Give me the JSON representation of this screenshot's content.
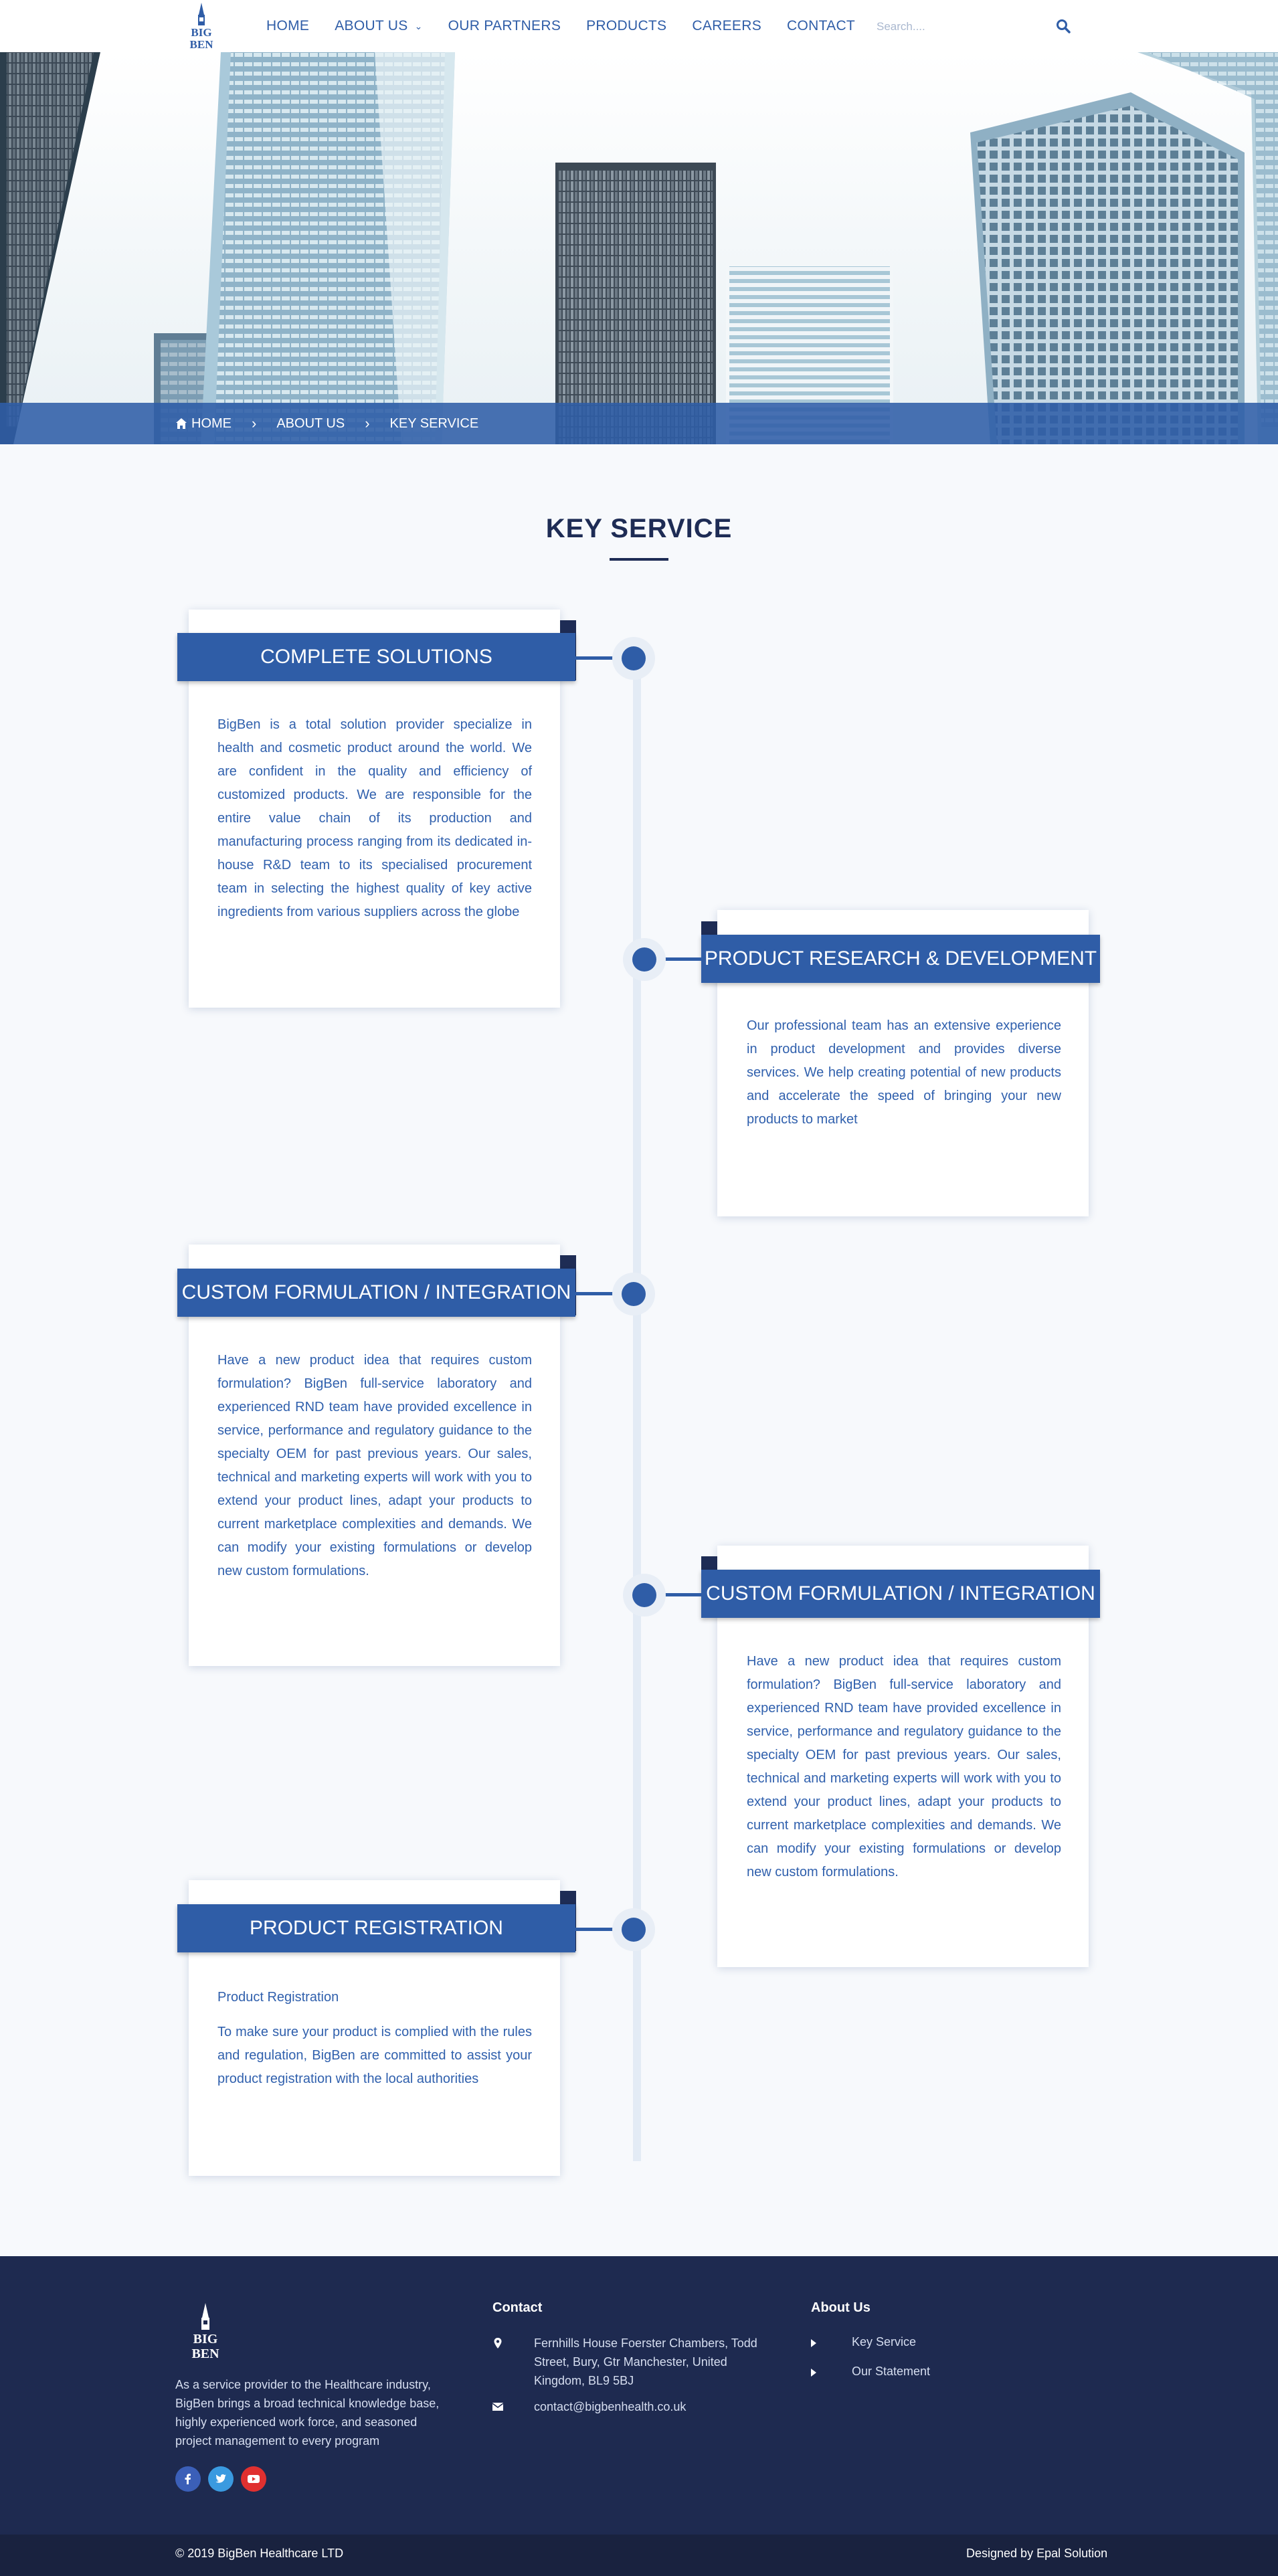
{
  "header": {
    "nav": [
      {
        "label": "HOME"
      },
      {
        "label": "ABOUT US",
        "has_dropdown": true
      },
      {
        "label": "OUR PARTNERS"
      },
      {
        "label": "PRODUCTS"
      },
      {
        "label": "CAREERS"
      },
      {
        "label": "CONTACT"
      }
    ],
    "search_placeholder": "Search....",
    "logo_text": "BIG BEN"
  },
  "breadcrumb": [
    "HOME",
    "ABOUT US",
    "KEY SERVICE"
  ],
  "page_title": "KEY SERVICE",
  "services": [
    {
      "title": "COMPLETE SOLUTIONS",
      "text": "BigBen is a total solution provider specialize in health and cosmetic product around the world. We are confident in the quality and efficiency of customized products. We are responsible for the entire value chain of its production and manufacturing process ranging from its dedicated in-house R&D team to its specialised procurement team in selecting the highest quality of key active ingredients from various suppliers across the globe"
    },
    {
      "title": "PRODUCT RESEARCH & DEVELOPMENT",
      "text": "Our professional team has an extensive experience in product development and provides diverse services. We help creating potential of new products and accelerate the speed of bringing your new products to market"
    },
    {
      "title": "CUSTOM FORMULATION / INTEGRATION",
      "text": "Have a new product idea that requires custom formulation? BigBen full-service laboratory and experienced RND team have provided excellence in service, performance and regulatory guidance to the specialty OEM for past previous years. Our sales, technical and marketing experts will work with you to extend your product lines, adapt your products to current marketplace complexities and demands. We can modify your existing formulations or develop new custom formulations."
    },
    {
      "title": "CUSTOM FORMULATION / INTEGRATION",
      "text": "Have a new product idea that requires custom formulation? BigBen full-service laboratory and experienced RND team have provided excellence in service, performance and regulatory guidance to the specialty OEM for past previous years. Our sales, technical and marketing experts will work with you to extend your product lines, adapt your products to current marketplace complexities and demands. We can modify your existing formulations or develop new custom formulations."
    },
    {
      "title": "PRODUCT REGISTRATION",
      "subtitle": "Product Registration",
      "text": "To make sure your product is complied with the rules and regulation, BigBen are committed to assist your product registration with the local authorities"
    }
  ],
  "footer": {
    "about_text": "As a service provider to the Healthcare industry, BigBen brings a broad technical knowledge base, highly experienced work force, and seasoned project management to every program",
    "contact_heading": "Contact",
    "address": "Fernhills House Foerster Chambers, Todd Street, Bury, Gtr Manchester, United Kingdom, BL9 5BJ",
    "email": "contact@bigbenhealth.co.uk",
    "about_heading": "About Us",
    "links": [
      "Key Service",
      "Our Statement"
    ],
    "copyright": "© 2019 BigBen Healthcare LTD",
    "designer": "Designed by Epal Solution",
    "social": [
      "facebook-icon",
      "twitter-icon",
      "youtube-icon"
    ]
  },
  "colors": {
    "primary": "#2f5da7",
    "dark": "#1e2c55",
    "footer": "#1e2a50",
    "facebook": "#3b5fb8",
    "twitter": "#3a9ae0",
    "youtube": "#e03030"
  }
}
